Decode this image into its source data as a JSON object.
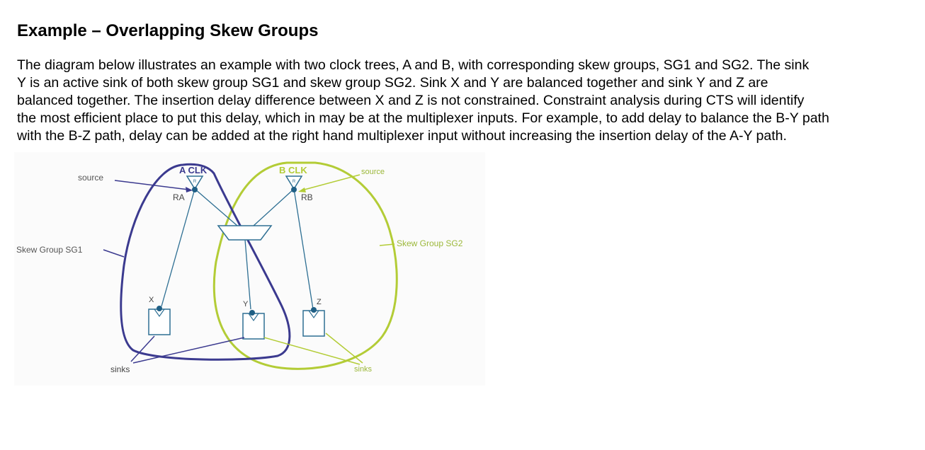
{
  "heading": "Example – Overlapping Skew Groups",
  "paragraph_lines": [
    "The diagram below illustrates an example with two clock trees, A and B, with corresponding skew groups, SG1 and SG2.  The sink",
    "Y is an active sink of both skew group SG1 and skew group SG2. Sink X and Y are balanced together and sink Y and Z are",
    "balanced together. The insertion delay difference between X and Z is not constrained. Constraint analysis during CTS will identify",
    "the most efficient place to put this delay, which in may be at the multiplexer inputs. For example, to add delay to balance the B-Y path",
    "with the B-Z path, delay can be added at the right hand multiplexer input without increasing the insertion delay of the A-Y path."
  ],
  "diagram": {
    "labels": {
      "a_clk": "A CLK",
      "b_clk": "B CLK",
      "source_left": "source",
      "source_right": "source",
      "ra": "RA",
      "rb": "RB",
      "buffer_mark": "R",
      "skew_group_sg1": "Skew Group SG1",
      "skew_group_sg2": "Skew Group SG2",
      "sink_x": "X",
      "sink_y": "Y",
      "sink_z": "Z",
      "sinks_left": "sinks",
      "sinks_right": "sinks"
    },
    "colors": {
      "sg1_outline": "#3b3a8f",
      "sg2_outline": "#b3cc36",
      "wire": "#2e6f93",
      "pin": "#1f5f85",
      "label_gray": "#555555",
      "label_green": "#9cb83a"
    }
  }
}
